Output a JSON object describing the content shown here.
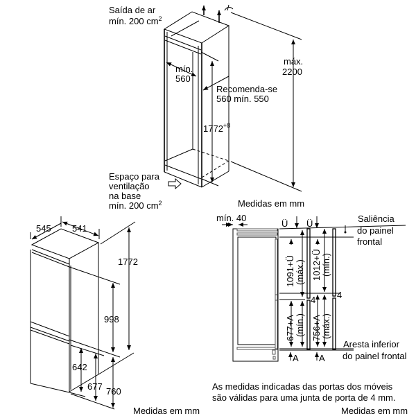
{
  "top_diagram": {
    "air_outlet_line1": "Saída de ar",
    "air_outlet_line2": "mín. 200 cm",
    "air_outlet_sup": "2",
    "min_width_line1": "mín.",
    "min_width_line2": "560",
    "recommended_line1": "Recomenda-se",
    "recommended_line2": "560 mín. 550",
    "niche_height": "1772",
    "niche_height_tol": "+8",
    "max_height_line1": "máx.",
    "max_height_line2": "2200",
    "vent_line1": "Espaço para",
    "vent_line2": "ventilação",
    "vent_line3": "na base",
    "vent_line4": "mín. 200 cm",
    "vent_sup": "2",
    "units": "Medidas em mm"
  },
  "appliance_diagram": {
    "depth": "545",
    "width": "541",
    "total_height": "1772",
    "upper_height": "998",
    "dim_642": "642",
    "dim_677": "677",
    "dim_760": "760",
    "units": "Medidas em mm"
  },
  "door_diagram": {
    "min_gap": "mín. 40",
    "u_label_1": "Ü",
    "u_label_2": "Ü",
    "upper_max": "1091+Ü",
    "upper_max_note": "(máx.)",
    "upper_min": "1012+Ü",
    "upper_min_note": "(mín.)",
    "lower_min": "677+A",
    "lower_min_note": "(mín.)",
    "lower_max": "756+A",
    "lower_max_note": "(máx.)",
    "gap_1": "4",
    "gap_2": "4",
    "a_label_1": "A",
    "a_label_2": "A",
    "overhang_line1": "Saliência",
    "overhang_line2": "do painel",
    "overhang_line3": "frontal",
    "bottom_edge_line1": "Aresta inferior",
    "bottom_edge_line2": "do painel frontal",
    "note_line1": "As medidas indicadas das portas dos móveis",
    "note_line2": "são válidas para uma junta de porta de 4 mm.",
    "units": "Medidas em mm"
  }
}
